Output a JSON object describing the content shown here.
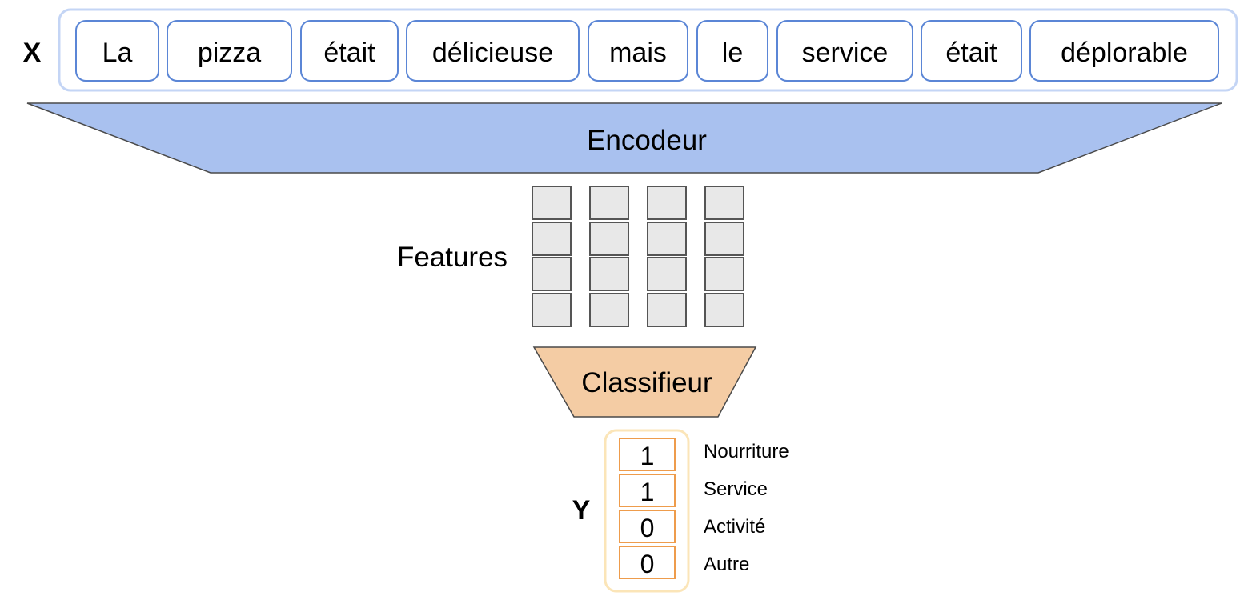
{
  "input": {
    "label": "X",
    "tokens": [
      "La",
      "pizza",
      "était",
      "délicieuse",
      "mais",
      "le",
      "service",
      "était",
      "déplorable"
    ]
  },
  "encoder": {
    "label": "Encodeur"
  },
  "features": {
    "label": "Features",
    "rows": 4,
    "cols": 4
  },
  "classifier": {
    "label": "Classifieur"
  },
  "output": {
    "label": "Y",
    "values": [
      "1",
      "1",
      "0",
      "0"
    ],
    "classes": [
      "Nourriture",
      "Service",
      "Activité",
      "Autre"
    ]
  },
  "colors": {
    "token_border": "#5b86d6",
    "input_container_border": "#c4d5f5",
    "encoder_fill": "#a9c1ef",
    "feature_fill": "#e8e8e8",
    "feature_border": "#555555",
    "classifier_fill": "#f4cca4",
    "output_border": "#ee9c4c",
    "output_container_border": "#fbe5b8"
  }
}
